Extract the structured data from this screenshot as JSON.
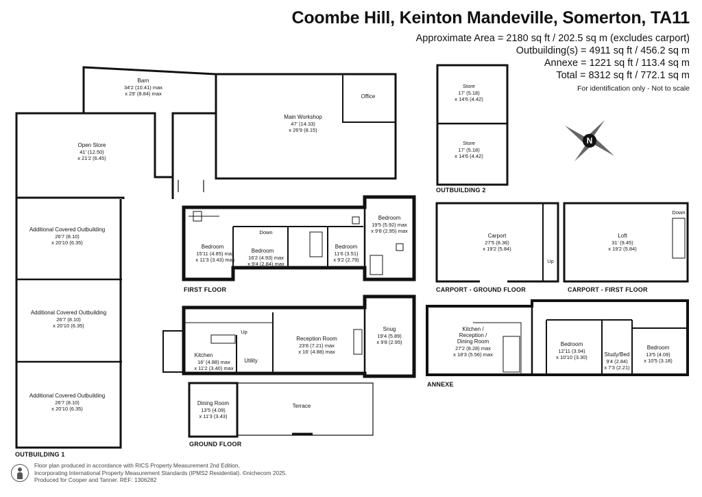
{
  "header": {
    "title": "Coombe Hill, Keinton Mandeville, Somerton, TA11",
    "areas": [
      "Approximate Area = 2180 sq ft / 202.5 sq m (excludes carport)",
      "Outbuilding(s) = 4911 sq ft / 456.2 sq m",
      "Annexe = 1221 sq ft / 113.4 sq m",
      "Total = 8312 sq ft / 772.1 sq m"
    ],
    "note": "For identification only - Not to scale"
  },
  "compass": {
    "letter": "N"
  },
  "sections": {
    "outbuilding1": "OUTBUILDING 1",
    "outbuilding2": "OUTBUILDING 2",
    "first_floor": "FIRST FLOOR",
    "ground_floor": "GROUND FLOOR",
    "carport_ground": "CARPORT - GROUND FLOOR",
    "carport_first": "CARPORT - FIRST FLOOR",
    "annexe": "ANNEXE"
  },
  "rooms": {
    "barn": {
      "name": "Barn",
      "dims": [
        "34'2 (10.41) max",
        "x 29' (8.84) max"
      ]
    },
    "workshop": {
      "name": "Main Workshop",
      "dims": [
        "47' (14.33)",
        "x 26'9 (8.15)"
      ]
    },
    "office": {
      "name": "Office"
    },
    "open_store": {
      "name": "Open Store",
      "dims": [
        "41' (12.50)",
        "x 21'2 (6.45)"
      ]
    },
    "aco1": {
      "name": "Additional Covered Outbuilding",
      "dims": [
        "26'7 (8.10)",
        "x 20'10 (6.35)"
      ]
    },
    "aco2": {
      "name": "Additional Covered Outbuilding",
      "dims": [
        "26'7 (8.10)",
        "x 20'10 (6.35)"
      ]
    },
    "aco3": {
      "name": "Additional Covered Outbuilding",
      "dims": [
        "26'7 (8.10)",
        "x 20'10 (6.35)"
      ]
    },
    "store1": {
      "name": "Store",
      "dims": [
        "17' (5.18)",
        "x 14'6 (4.42)"
      ]
    },
    "store2": {
      "name": "Store",
      "dims": [
        "17' (5.18)",
        "x 14'6 (4.42)"
      ]
    },
    "ff_bed1": {
      "name": "Bedroom",
      "dims": [
        "15'11 (4.85) max",
        "x 11'3 (3.43) max"
      ]
    },
    "ff_bed2": {
      "name": "Bedroom",
      "dims": [
        "16'2 (4.93) max",
        "x 9'4 (2.84) max"
      ]
    },
    "ff_bed3": {
      "name": "Bedroom",
      "dims": [
        "11'6 (3.51)",
        "x 9'2 (2.79)"
      ]
    },
    "ff_bed4": {
      "name": "Bedroom",
      "dims": [
        "19'5 (5.92) max",
        "x 9'8 (2.95) max"
      ]
    },
    "ff_down": {
      "name": "Down"
    },
    "kitchen": {
      "name": "Kitchen",
      "dims": [
        "16' (4.88) max",
        "x 11'2 (3.40) max"
      ]
    },
    "utility": {
      "name": "Utility"
    },
    "reception": {
      "name": "Reception Room",
      "dims": [
        "23'8 (7.21) max",
        "x 16' (4.88) max"
      ]
    },
    "snug": {
      "name": "Snug",
      "dims": [
        "19'4 (5.89)",
        "x 9'8 (2.95)"
      ]
    },
    "dining": {
      "name": "Dining Room",
      "dims": [
        "13'5 (4.09)",
        "x 11'3 (3.43)"
      ]
    },
    "terrace": {
      "name": "Terrace"
    },
    "gf_up": {
      "name": "Up"
    },
    "carport": {
      "name": "Carport",
      "dims": [
        "27'5 (8.36)",
        "x 19'2 (5.84)"
      ]
    },
    "carport_up": {
      "name": "Up"
    },
    "loft": {
      "name": "Loft",
      "dims": [
        "31' (9.45)",
        "x 19'2 (5.84)"
      ]
    },
    "loft_down": {
      "name": "Down"
    },
    "annexe_kitchen": {
      "name": [
        "Kitchen /",
        "Reception /",
        "Dining Room"
      ],
      "dims": [
        "27'2 (8.28) max",
        "x 18'3 (5.56) max"
      ]
    },
    "annexe_bed1": {
      "name": "Bedroom",
      "dims": [
        "12'11 (3.94)",
        "x 10'10 (3.30)"
      ]
    },
    "annexe_study": {
      "name": "Study/Bed",
      "dims": [
        "9'4 (2.84)",
        "x 7'3 (2.21)"
      ]
    },
    "annexe_bed2": {
      "name": "Bedroom",
      "dims": [
        "13'5 (4.09)",
        "x 10'5 (3.18)"
      ]
    }
  },
  "footer": {
    "lines": [
      "Floor plan produced in accordance with RICS Property Measurement 2nd Edition,",
      "Incorporating International Property Measurement Standards (IPMS2 Residential).  ©nichecom 2025.",
      "Produced for Cooper and Tanner.  REF: 1306282"
    ]
  }
}
